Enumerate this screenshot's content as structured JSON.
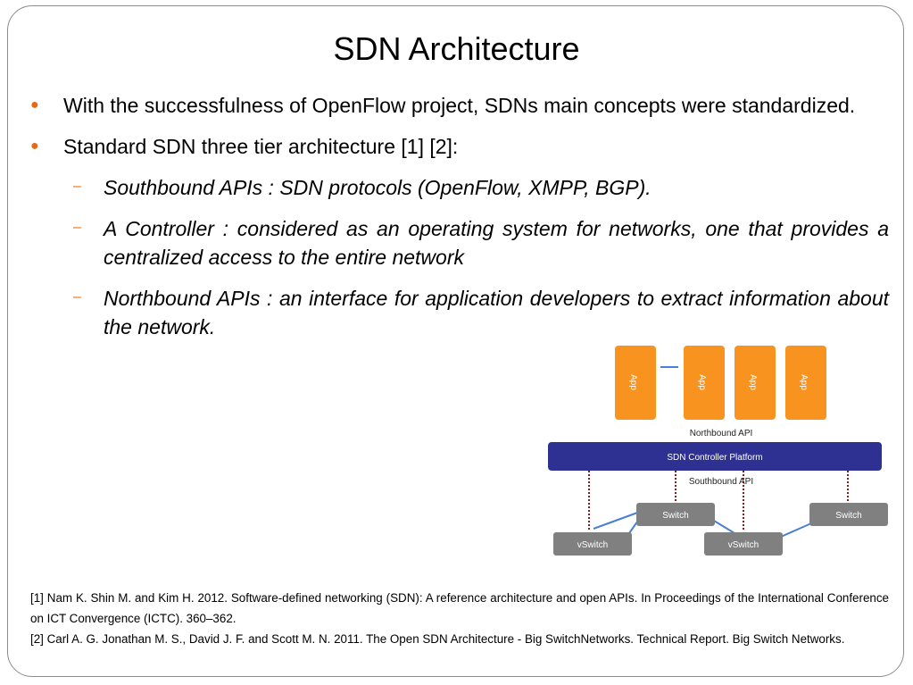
{
  "title": "SDN Architecture",
  "bullets": [
    "With the successfulness of OpenFlow project, SDNs main concepts were standardized.",
    "Standard SDN three tier architecture [1] [2]:"
  ],
  "sub_bullets": [
    "Southbound APIs : SDN protocols (OpenFlow, XMPP, BGP).",
    "A Controller : considered as an operating system for networks, one that provides a centralized access to the entire network",
    "Northbound APIs : an interface for application developers to extract information about the network."
  ],
  "diagram": {
    "app_label": "App",
    "northbound_label": "Northbound API",
    "controller_label": "SDN Controller Platform",
    "southbound_label": "Southbound API",
    "switch_label": "Switch",
    "vswitch_label": "vSwitch",
    "colors": {
      "app": "#f7931e",
      "controller": "#2e3192",
      "switch": "#808080",
      "link": "#4a7fd4",
      "dotted": "#8b1a1a"
    }
  },
  "references": [
    "[1] Nam K. Shin M. and Kim H. 2012. Software-defined networking (SDN): A reference architecture and open APIs. In Proceedings of the International Conference on ICT Convergence (ICTC). 360–362.",
    "[2] Carl A. G. Jonathan M. S., David J. F. and Scott M. N. 2011. The Open SDN Architecture - Big SwitchNetworks. Technical Report. Big Switch Networks."
  ]
}
